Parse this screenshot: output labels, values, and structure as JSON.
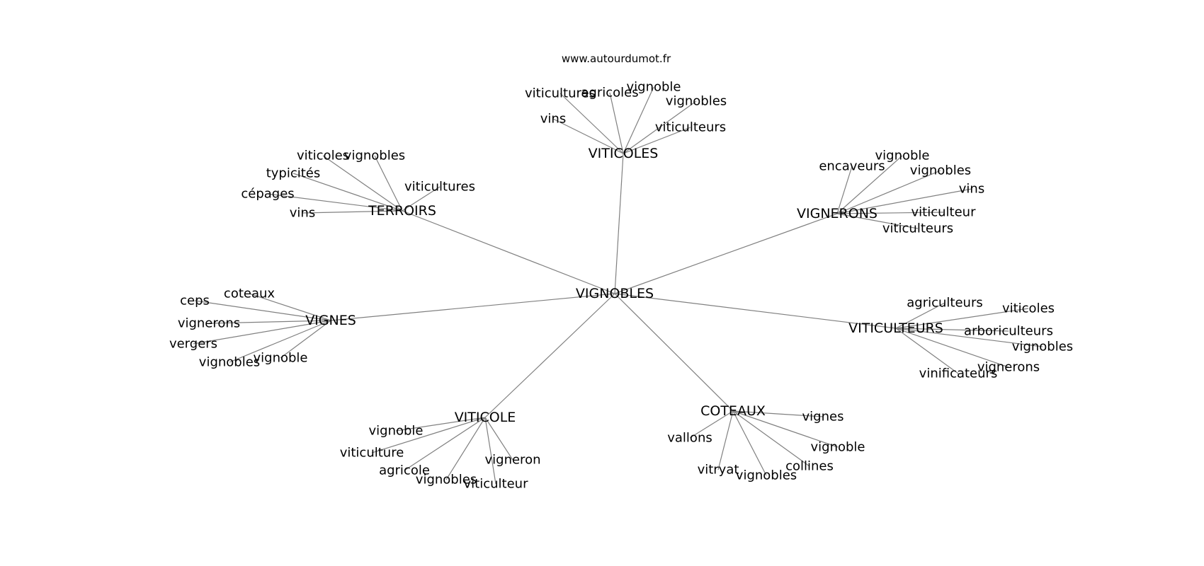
{
  "source_label": "www.autourdumot.fr",
  "colors": {
    "edge": "#808080",
    "text": "#000000",
    "background": "#ffffff"
  },
  "graph": {
    "center": "VIGNOBLES",
    "clusters": [
      {
        "hub": "VITICOLES",
        "words": [
          "viticultures",
          "agricoles",
          "vignoble",
          "vignobles",
          "vins",
          "viticulteurs"
        ]
      },
      {
        "hub": "TERROIRS",
        "words": [
          "viticoles",
          "vignobles",
          "typicités",
          "viticultures",
          "cépages",
          "vins"
        ]
      },
      {
        "hub": "VIGNERONS",
        "words": [
          "encaveurs",
          "vignoble",
          "vignobles",
          "vins",
          "viticulteur",
          "viticulteurs"
        ]
      },
      {
        "hub": "VIGNES",
        "words": [
          "coteaux",
          "ceps",
          "vignerons",
          "vergers",
          "vignobles",
          "vignoble"
        ]
      },
      {
        "hub": "VITICULTEURS",
        "words": [
          "agriculteurs",
          "viticoles",
          "arboriculteurs",
          "vignobles",
          "vignerons",
          "vinificateurs"
        ]
      },
      {
        "hub": "VITICOLE",
        "words": [
          "vignoble",
          "viticulture",
          "agricole",
          "vignobles",
          "vigneron",
          "viticulteur"
        ]
      },
      {
        "hub": "COTEAUX",
        "words": [
          "vignes",
          "vallons",
          "vignoble",
          "collines",
          "vitryat",
          "vignobles"
        ]
      }
    ]
  }
}
